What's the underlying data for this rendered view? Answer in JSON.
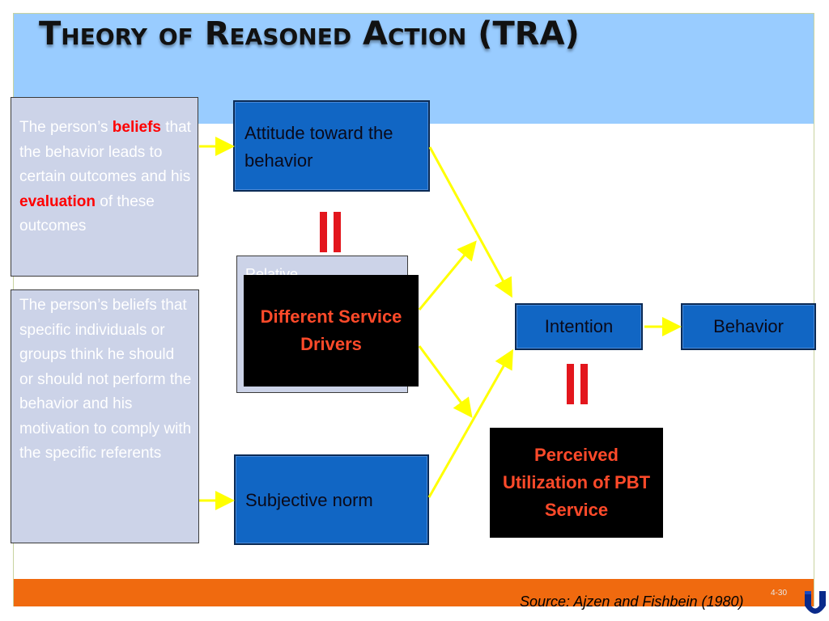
{
  "title": "Theory of Reasoned Action (TRA)",
  "beliefs_box_1": {
    "pre": "The person’s ",
    "highlight1": "beliefs",
    "mid": " that the behavior leads to certain outcomes and his ",
    "highlight2": "evaluation",
    "post": " of these outcomes"
  },
  "beliefs_box_2": {
    "text": "The person’s beliefs that specific individuals or groups think he should or should not perform the behavior and his motivation to comply with the specific referents"
  },
  "attitude_label": "Attitude toward the behavior",
  "relative_label": "Relative",
  "drivers_label": "Different Service Drivers",
  "subjective_label": "Subjective norm",
  "intention_label": "Intention",
  "behavior_label": "Behavior",
  "utilization_label": "Perceived Utilization of PBT Service",
  "source": "Source: Ajzen and Fishbein (1980)",
  "slide_number": "4-30",
  "colors": {
    "header_band": "#99ccff",
    "footer_band": "#f06a0f",
    "blue_box": "#1166c4",
    "belief_box": "#ccd3e8",
    "arrow": "#ffff00",
    "equals": "#e3161d",
    "highlight_text": "#ff0000"
  },
  "icons": {
    "equals": "equals-sign-icon",
    "logo": "university-logo-icon",
    "arrow": "arrow-icon"
  }
}
